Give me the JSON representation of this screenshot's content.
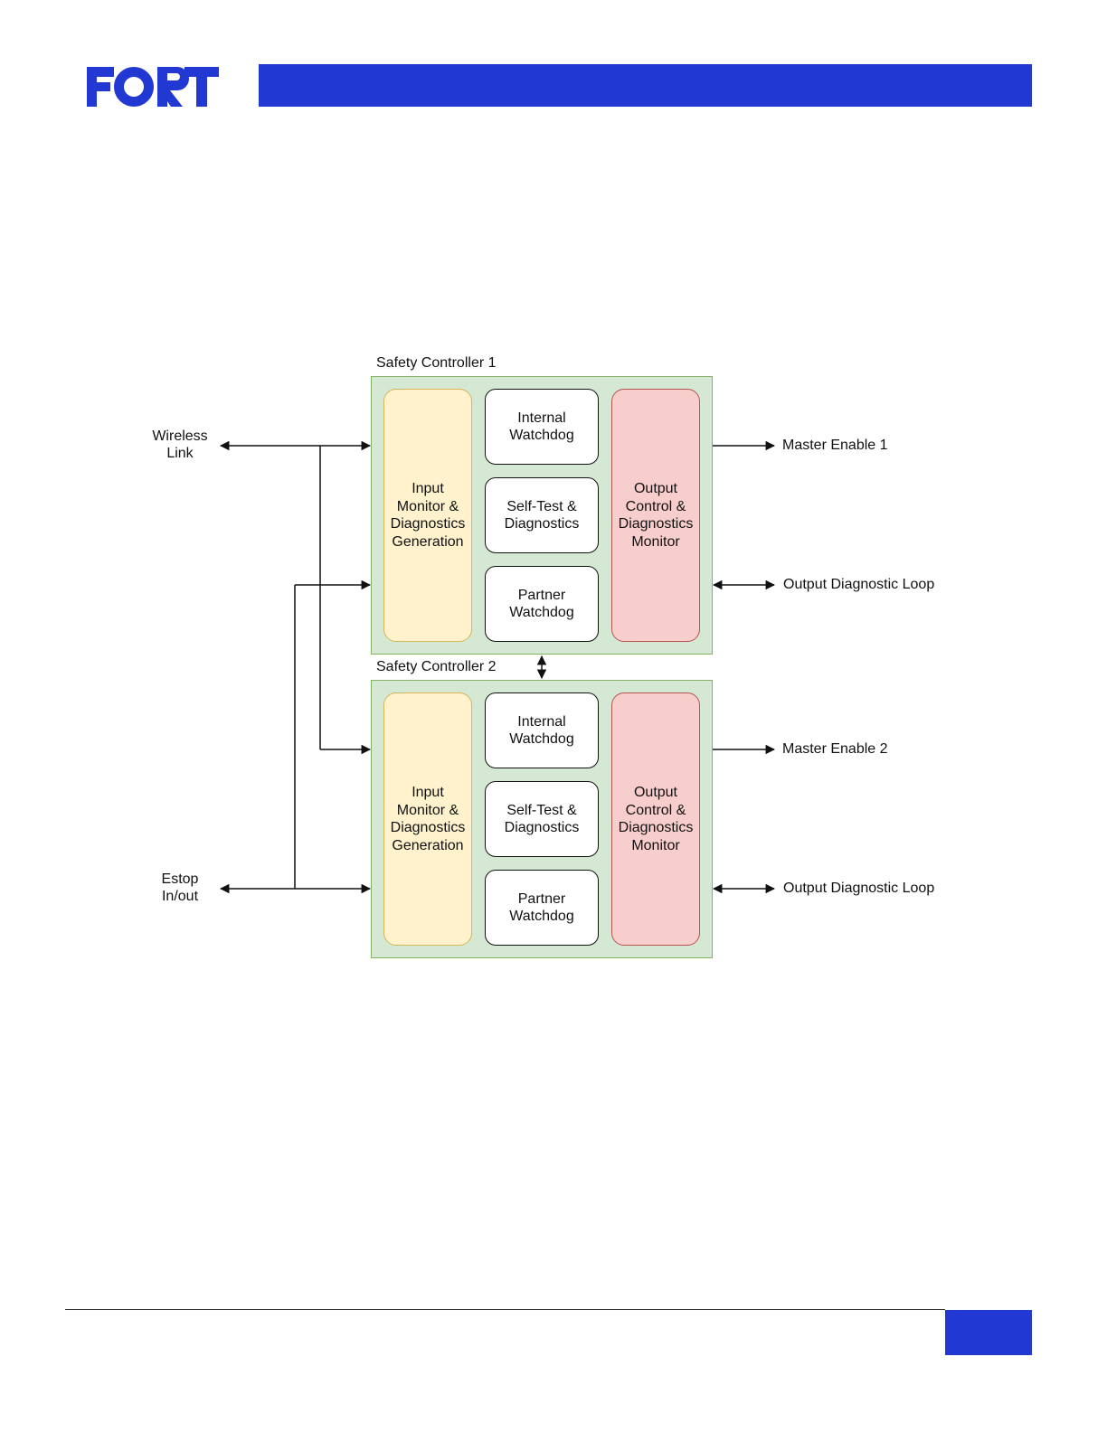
{
  "header": {
    "logo_text": "FORT",
    "brand_color": "#2238d2"
  },
  "diagram": {
    "controllers": [
      {
        "title": "Safety Controller 1",
        "input_block": "Input\nMonitor &\nDiagnostics\nGeneration",
        "internal_watchdog": "Internal\nWatchdog",
        "self_test": "Self-Test &\nDiagnostics",
        "partner_watchdog": "Partner\nWatchdog",
        "output_block": "Output\nControl &\nDiagnostics\nMonitor"
      },
      {
        "title": "Safety Controller 2",
        "input_block": "Input\nMonitor &\nDiagnostics\nGeneration",
        "internal_watchdog": "Internal\nWatchdog",
        "self_test": "Self-Test &\nDiagnostics",
        "partner_watchdog": "Partner\nWatchdog",
        "output_block": "Output\nControl &\nDiagnostics\nMonitor"
      }
    ],
    "external": {
      "wireless_link": "Wireless\nLink",
      "estop": "Estop\nIn/out",
      "master_enable_1": "Master Enable 1",
      "output_diag_loop_1": "Output Diagnostic Loop",
      "master_enable_2": "Master Enable 2",
      "output_diag_loop_2": "Output Diagnostic Loop"
    },
    "colors": {
      "controller_fill": "#d5e8d4",
      "controller_stroke": "#82b366",
      "input_fill": "#fff2cc",
      "input_stroke": "#d6b656",
      "output_fill": "#f8cecc",
      "output_stroke": "#b85450"
    }
  }
}
